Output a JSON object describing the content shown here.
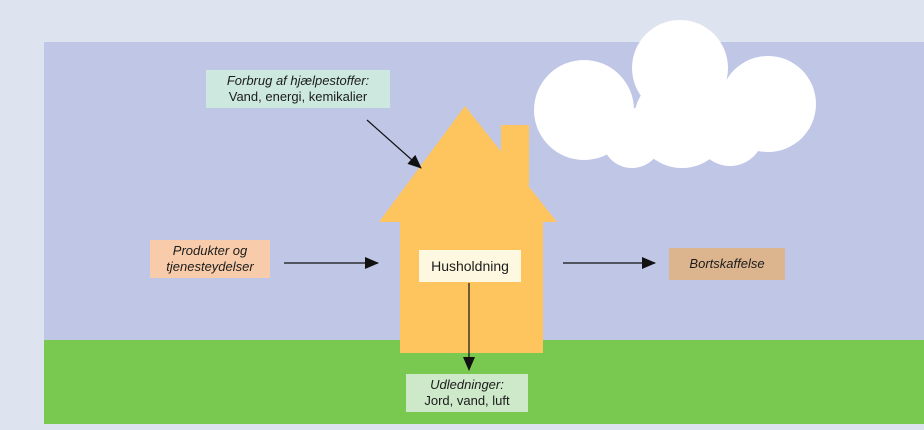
{
  "labels": {
    "resources": {
      "title": "Forbrug af hjælpestoffer:",
      "text": "Vand, energi, kemikalier",
      "color": "#cde9df"
    },
    "products": {
      "line1": "Produkter og",
      "line2": "tjenesteydelser",
      "color": "#f8ccaa"
    },
    "household": {
      "text": "Husholdning",
      "color": "#fdf8df"
    },
    "disposal": {
      "text": "Bortskaffelse",
      "color": "#dcb48e"
    },
    "emissions": {
      "title": "Udledninger:",
      "text": "Jord, vand, luft",
      "color": "#cde9c9"
    }
  },
  "colors": {
    "sky": "#bfc6e6",
    "ground": "#79c950",
    "house": "#fec45e",
    "cloud": "#ffffff",
    "background": "#dde4ef"
  }
}
